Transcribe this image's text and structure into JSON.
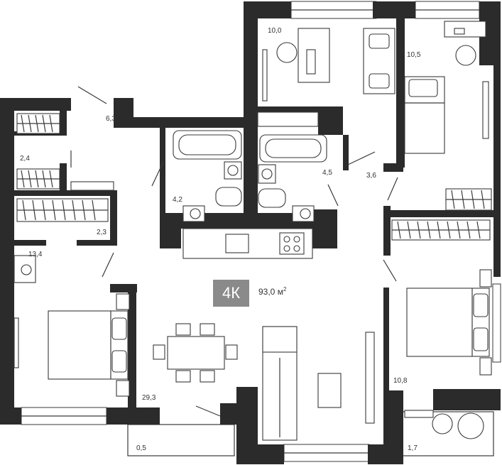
{
  "plan": {
    "type_label": "4К",
    "total_area": "93,0 м",
    "area_unit_superscript": "2",
    "rooms": [
      {
        "id": "bedroom-top",
        "area": "10,0"
      },
      {
        "id": "bedroom-top-right",
        "area": "10,5"
      },
      {
        "id": "hallway",
        "area": "6,3"
      },
      {
        "id": "closet-small",
        "area": "2,4"
      },
      {
        "id": "wardrobe",
        "area": "2,3"
      },
      {
        "id": "bathroom-left",
        "area": "4,2"
      },
      {
        "id": "bathroom-right",
        "area": "4,5"
      },
      {
        "id": "closet-right",
        "area": "3,6"
      },
      {
        "id": "bedroom-left",
        "area": "13,4"
      },
      {
        "id": "living-kitchen",
        "area": "29,3"
      },
      {
        "id": "bedroom-right",
        "area": "10,8"
      },
      {
        "id": "balcony-left",
        "area": "0,5"
      },
      {
        "id": "balcony-right",
        "area": "1,7"
      }
    ]
  },
  "colors": {
    "wall": "#2b2b2b",
    "badge": "#8a8a8a",
    "line": "#3a3a3a"
  }
}
